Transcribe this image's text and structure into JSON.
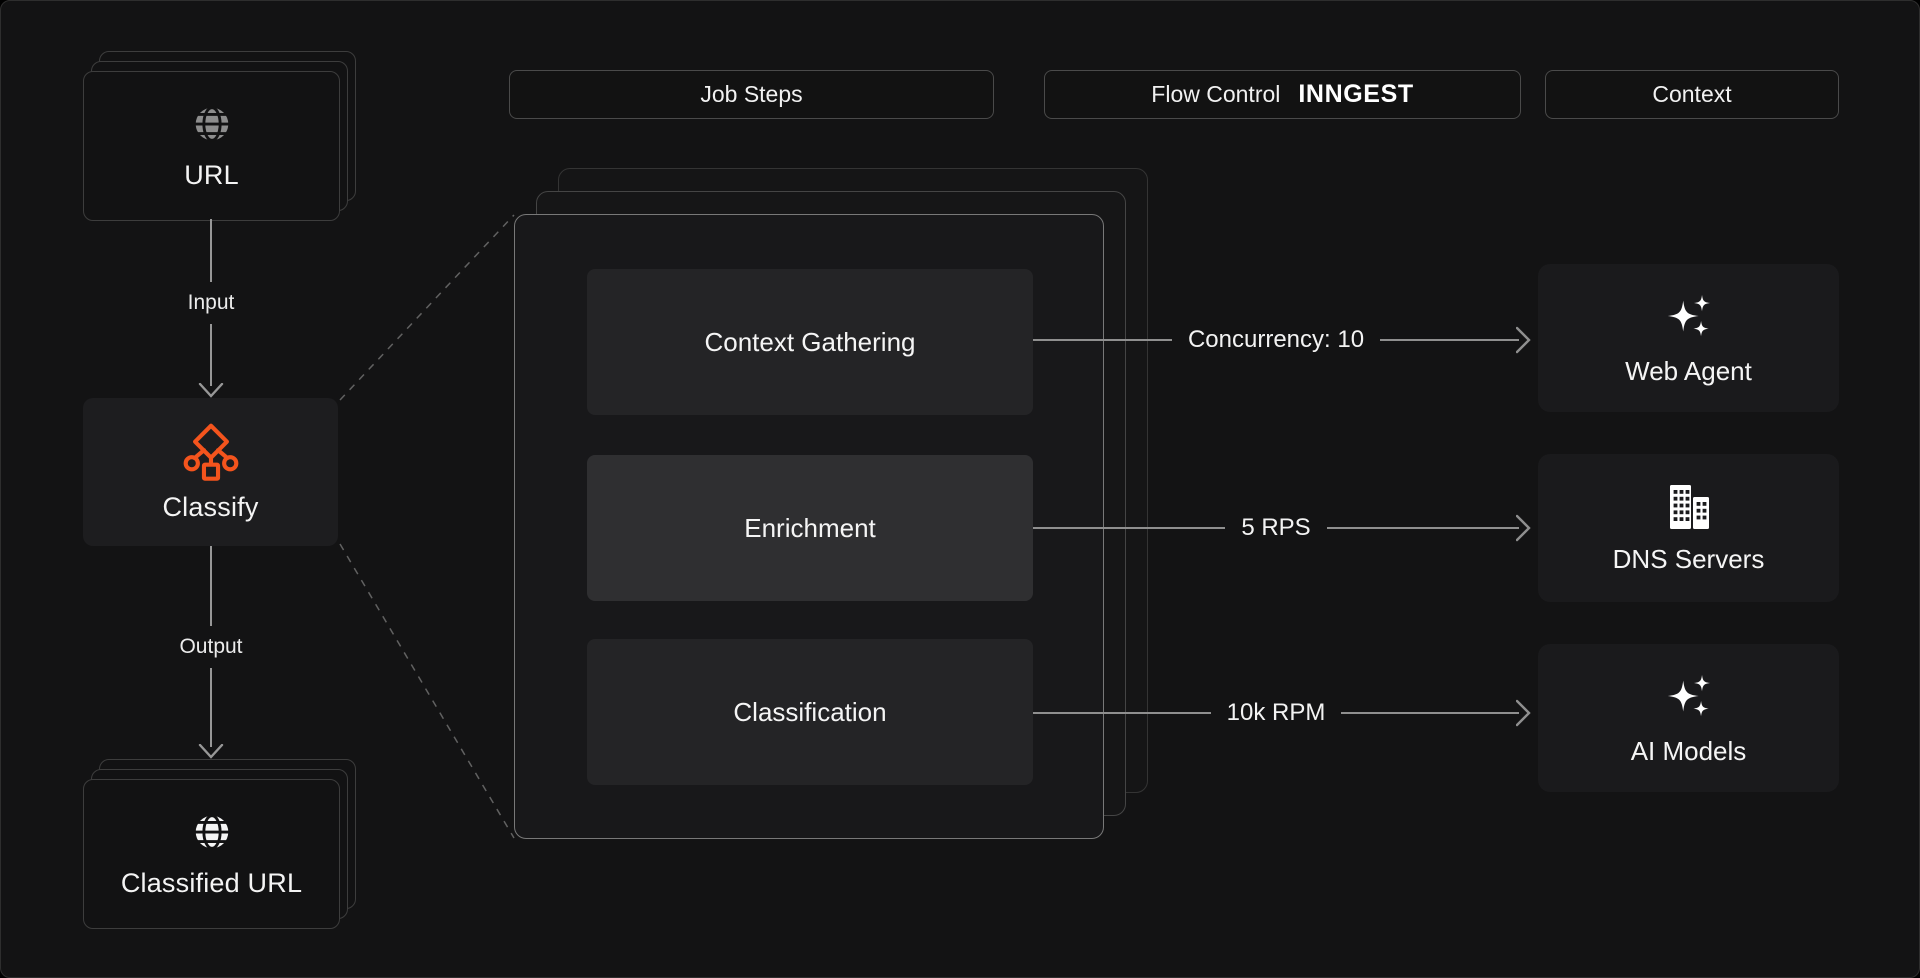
{
  "colors": {
    "accent": "#f4541d",
    "background": "#131314",
    "line": "#919191"
  },
  "left_flow": {
    "url_card": {
      "label": "URL",
      "icon": "globe-icon"
    },
    "input_label": "Input",
    "classify_card": {
      "label": "Classify",
      "icon": "decision-tree-icon"
    },
    "output_label": "Output",
    "classified_card": {
      "label": "Classified URL",
      "icon": "globe-icon"
    }
  },
  "headers": {
    "job_steps": "Job Steps",
    "flow_control": "Flow Control",
    "flow_control_logo": "INNGEST",
    "context": "Context"
  },
  "job_steps_panel": {
    "steps": [
      {
        "label": "Context Gathering",
        "highlighted": false
      },
      {
        "label": "Enrichment",
        "highlighted": true
      },
      {
        "label": "Classification",
        "highlighted": false
      }
    ]
  },
  "flow_control_arrows": [
    {
      "label": "Concurrency: 10"
    },
    {
      "label": "5 RPS"
    },
    {
      "label": "10k RPM"
    }
  ],
  "context_cards": [
    {
      "label": "Web Agent",
      "icon": "sparkles-icon"
    },
    {
      "label": "DNS Servers",
      "icon": "building-icon"
    },
    {
      "label": "AI Models",
      "icon": "sparkles-icon"
    }
  ]
}
